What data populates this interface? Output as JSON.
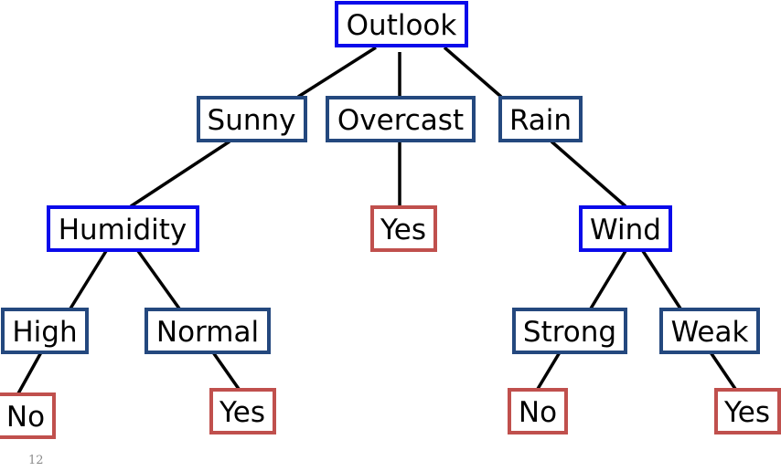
{
  "colors": {
    "attribute_border": "#0a0aea",
    "value_border": "#24487e",
    "leaf_border": "#c0504d",
    "edge": "#000000",
    "text": "#000000",
    "page_number": "#8a8a8a"
  },
  "tree": {
    "root": {
      "label": "Outlook",
      "kind": "attribute"
    },
    "branches": [
      {
        "value": "Sunny",
        "child": {
          "label": "Humidity",
          "kind": "attribute",
          "branches": [
            {
              "value": "High",
              "leaf": "No"
            },
            {
              "value": "Normal",
              "leaf": "Yes"
            }
          ]
        }
      },
      {
        "value": "Overcast",
        "leaf": "Yes"
      },
      {
        "value": "Rain",
        "child": {
          "label": "Wind",
          "kind": "attribute",
          "branches": [
            {
              "value": "Strong",
              "leaf": "No"
            },
            {
              "value": "Weak",
              "leaf": "Yes"
            }
          ]
        }
      }
    ]
  },
  "page_number": "12"
}
